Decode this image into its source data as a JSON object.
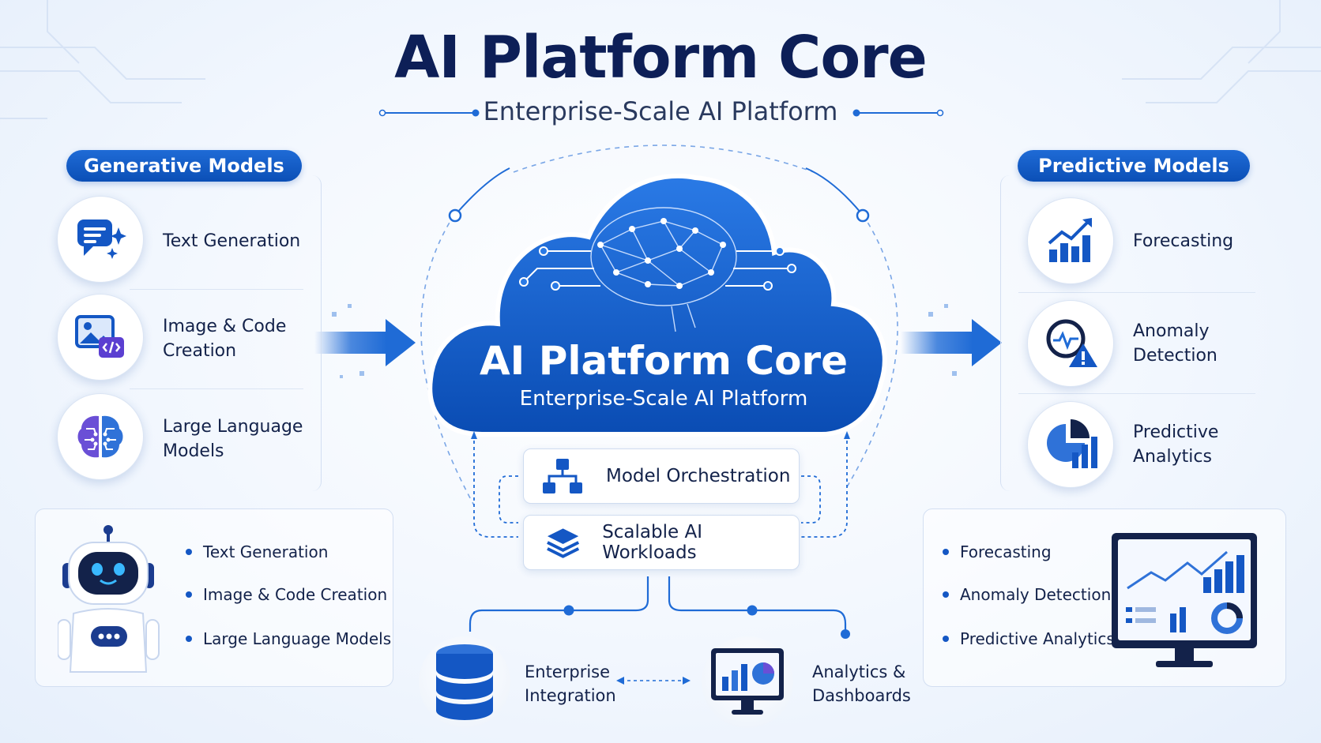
{
  "header": {
    "title": "AI Platform Core",
    "subtitle": "Enterprise-Scale AI Platform"
  },
  "generative": {
    "heading": "Generative Models",
    "items": [
      {
        "label_line1": "Text Generation",
        "label_line2": "",
        "icon": "chat-sparkle-icon"
      },
      {
        "label_line1": "Image & Code",
        "label_line2": "Creation",
        "icon": "image-code-icon"
      },
      {
        "label_line1": "Large Language",
        "label_line2": "Models",
        "icon": "brain-circuit-icon"
      }
    ],
    "summary": [
      "Text Generation",
      "Image & Code Creation",
      "Large Language Models"
    ]
  },
  "predictive": {
    "heading": "Predictive Models",
    "items": [
      {
        "label_line1": "Forecasting",
        "label_line2": "",
        "icon": "growth-chart-icon"
      },
      {
        "label_line1": "Anomaly",
        "label_line2": "Detection",
        "icon": "anomaly-warning-icon"
      },
      {
        "label_line1": "Predictive",
        "label_line2": "Analytics",
        "icon": "pie-bar-icon"
      }
    ],
    "summary": [
      "Forecasting",
      "Anomaly Detection",
      "Predictive Analytics"
    ]
  },
  "core": {
    "title": "AI Platform Core",
    "subtitle": "Enterprise-Scale AI Platform",
    "services": [
      "Model Orchestration",
      "Scalable AI Workloads"
    ]
  },
  "integrations": {
    "left_line1": "Enterprise",
    "left_line2": "Integration",
    "right_line1": "Analytics &",
    "right_line2": "Dashboards"
  },
  "colors": {
    "primary": "#0b4fb6",
    "accent": "#1f6bd6",
    "dark_navy": "#0d1f57",
    "warning": "#1b3c8f"
  }
}
